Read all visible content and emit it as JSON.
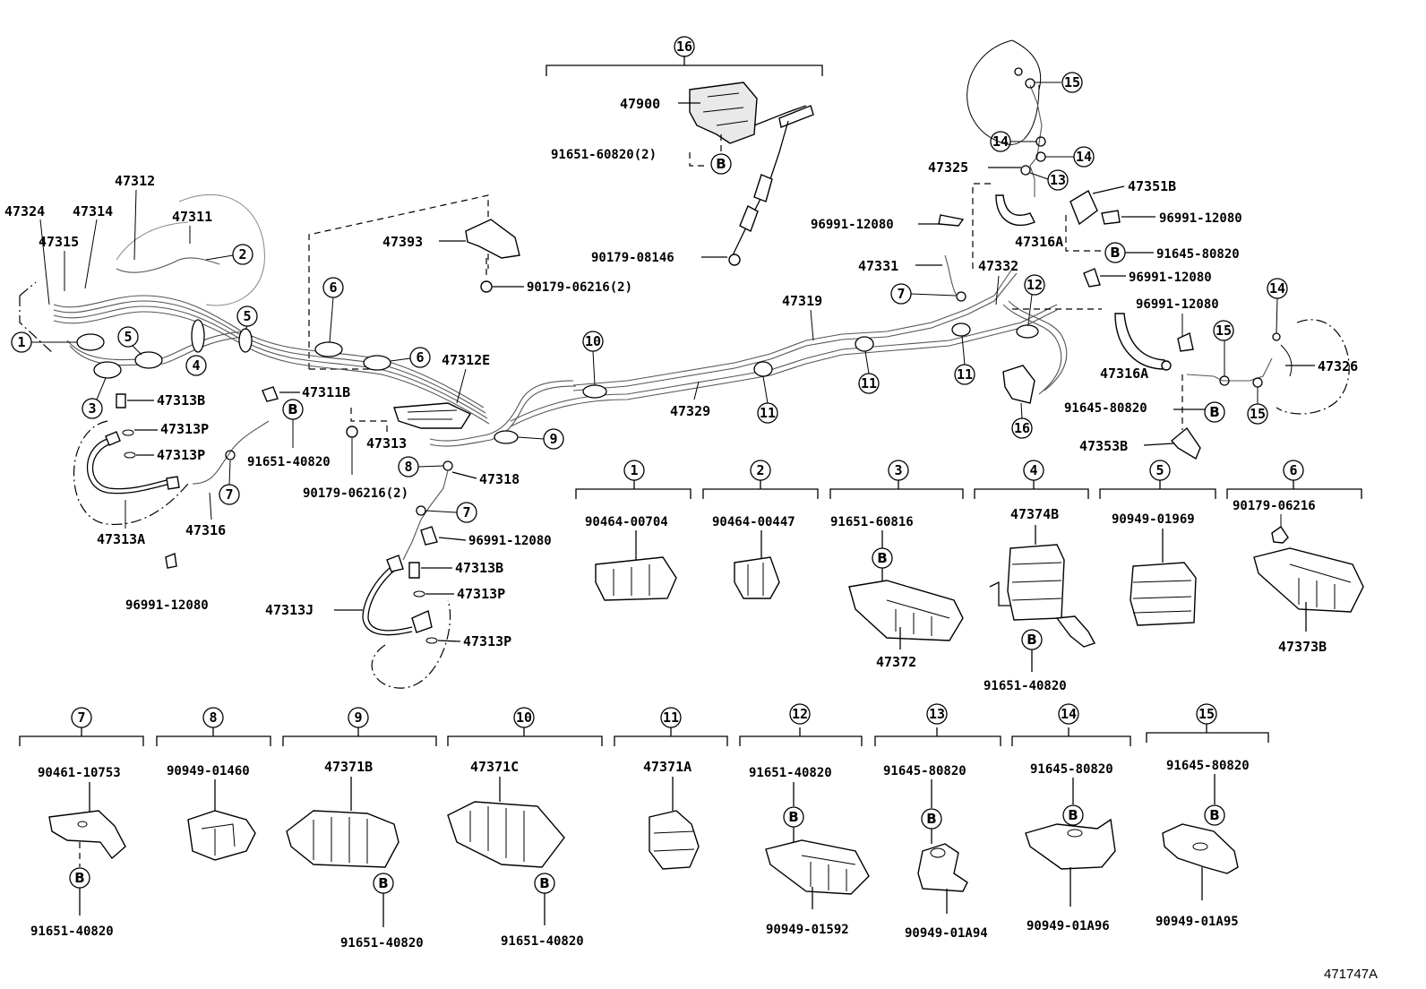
{
  "diagram_code": "471747A",
  "bolt_symbol": "B",
  "labels": {
    "p47324": "47324",
    "p47314": "47314",
    "p47312": "47312",
    "p47311": "47311",
    "p47315": "47315",
    "p47393": "47393",
    "p90179_06216_2a": "90179-06216(2)",
    "p47900": "47900",
    "p91651_60820_2": "91651-60820(2)",
    "p90179_08146": "90179-08146",
    "p47313B_a": "47313B",
    "p47313P_a": "47313P",
    "p47313P_b": "47313P",
    "p47313A": "47313A",
    "p47316": "47316",
    "p96991_12080_a": "96991-12080",
    "p47311B": "47311B",
    "p91651_40820_a": "91651-40820",
    "p47313": "47313",
    "p90179_06216_2b": "90179-06216(2)",
    "p47312E": "47312E",
    "p47318": "47318",
    "p96991_12080_b": "96991-12080",
    "p47313B_b": "47313B",
    "p47313P_c": "47313P",
    "p47313J": "47313J",
    "p47313P_d": "47313P",
    "p47329": "47329",
    "p47319": "47319",
    "p47325": "47325",
    "p47351B": "47351B",
    "p96991_12080_c": "96991-12080",
    "p96991_12080_d": "96991-12080",
    "p47316A_a": "47316A",
    "p91645_80820_a": "91645-80820",
    "p47331": "47331",
    "p47332": "47332",
    "p96991_12080_e": "96991-12080",
    "p96991_12080_f": "96991-12080",
    "p47316A_b": "47316A",
    "p47326": "47326",
    "p91645_80820_b": "91645-80820",
    "p47353B": "47353B"
  },
  "callouts": {
    "c16_top": "16",
    "c15_tr": "15",
    "c14_tr_a": "14",
    "c14_tr_b": "14",
    "c13_tr": "13",
    "c2": "2",
    "c1": "1",
    "c5_a": "5",
    "c5_b": "5",
    "c3": "3",
    "c4": "4",
    "c6_a": "6",
    "c6_b": "6",
    "c7_a": "7",
    "c8": "8",
    "c9": "9",
    "c7_b": "7",
    "c10": "10",
    "c11_a": "11",
    "c11_b": "11",
    "c11_c": "11",
    "c7_c": "7",
    "c12": "12",
    "c16_mid": "16",
    "c15_r": "15",
    "c15_r2": "15",
    "c14_r": "14"
  },
  "detail_boxes": [
    {
      "num": "1",
      "parts": [
        "90464-00704"
      ]
    },
    {
      "num": "2",
      "parts": [
        "90464-00447"
      ]
    },
    {
      "num": "3",
      "parts": [
        "91651-60816",
        "47372"
      ]
    },
    {
      "num": "4",
      "parts": [
        "47374B",
        "91651-40820"
      ]
    },
    {
      "num": "5",
      "parts": [
        "90949-01969"
      ]
    },
    {
      "num": "6",
      "parts": [
        "90179-06216",
        "47373B"
      ]
    },
    {
      "num": "7",
      "parts": [
        "90461-10753",
        "91651-40820"
      ]
    },
    {
      "num": "8",
      "parts": [
        "90949-01460"
      ]
    },
    {
      "num": "9",
      "parts": [
        "47371B",
        "91651-40820"
      ]
    },
    {
      "num": "10",
      "parts": [
        "47371C",
        "91651-40820"
      ]
    },
    {
      "num": "11",
      "parts": [
        "47371A"
      ]
    },
    {
      "num": "12",
      "parts": [
        "91651-40820",
        "90949-01592"
      ]
    },
    {
      "num": "13",
      "parts": [
        "91645-80820",
        "90949-01A94"
      ]
    },
    {
      "num": "14",
      "parts": [
        "91645-80820",
        "90949-01A96"
      ]
    },
    {
      "num": "15",
      "parts": [
        "91645-80820",
        "90949-01A95"
      ]
    }
  ]
}
